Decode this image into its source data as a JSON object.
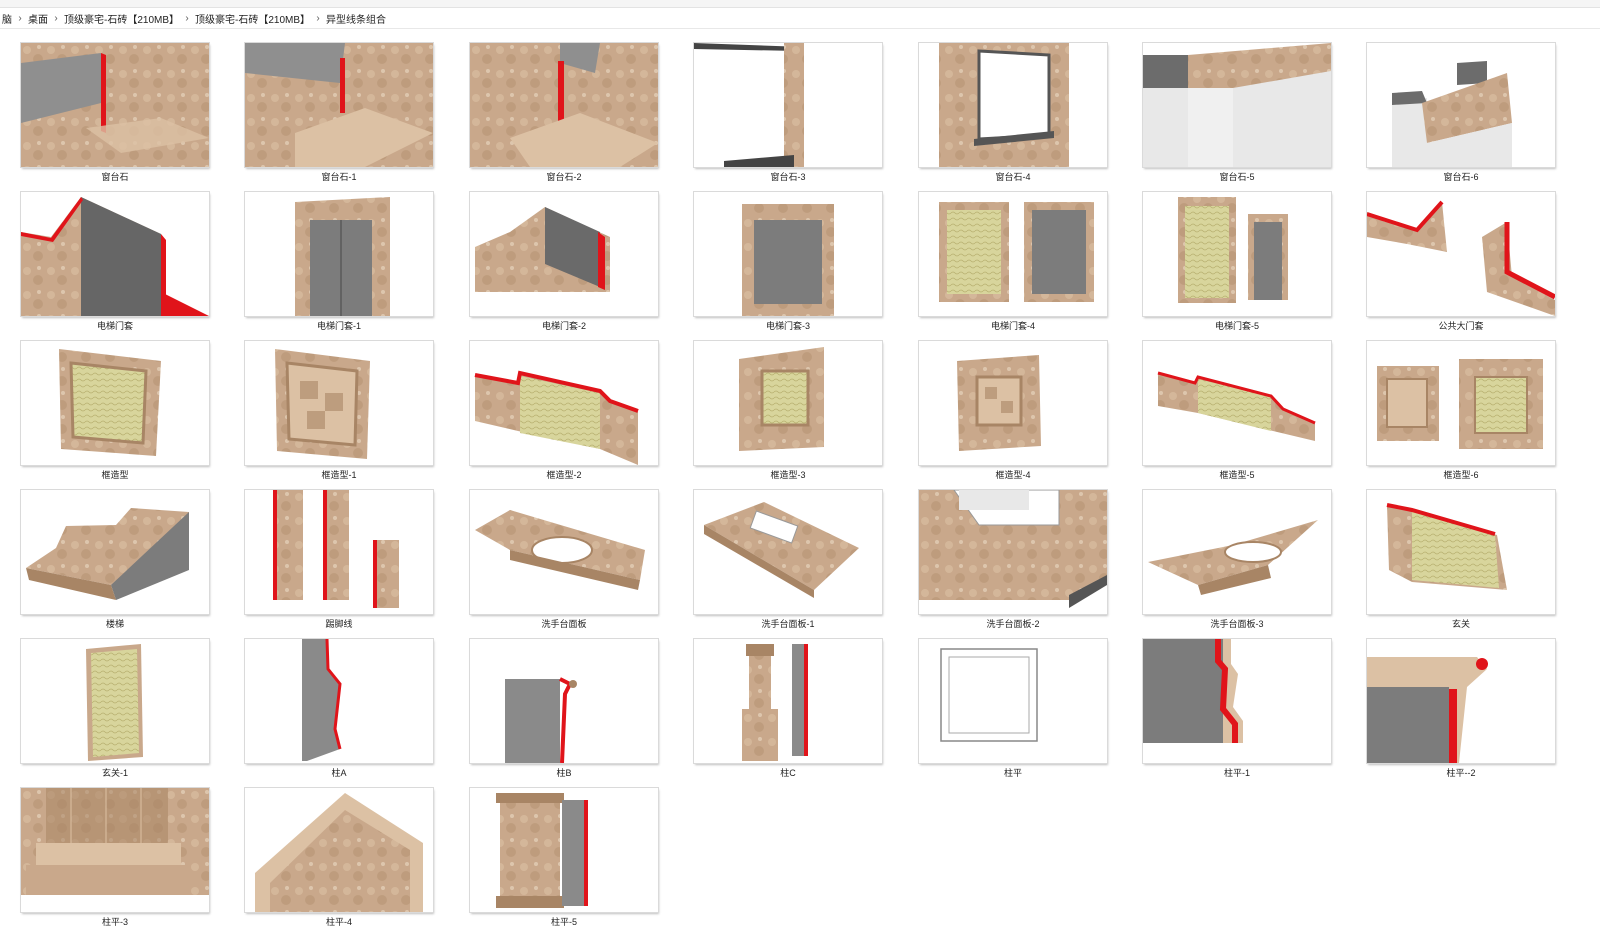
{
  "breadcrumb": {
    "items": [
      "脑",
      "桌面",
      "顶级豪宅-石砖【210MB】",
      "顶级豪宅-石砖【210MB】",
      "异型线条组合"
    ]
  },
  "files": [
    {
      "name": "窗台石",
      "thumb": "sill-a"
    },
    {
      "name": "窗台石-1",
      "thumb": "sill-b"
    },
    {
      "name": "窗台石-2",
      "thumb": "sill-c"
    },
    {
      "name": "窗台石-3",
      "thumb": "frame-open"
    },
    {
      "name": "窗台石-4",
      "thumb": "window-frame"
    },
    {
      "name": "窗台石-5",
      "thumb": "block-a"
    },
    {
      "name": "窗台石-6",
      "thumb": "block-b"
    },
    {
      "name": "电梯门套",
      "thumb": "door-open-a"
    },
    {
      "name": "电梯门套-1",
      "thumb": "elevator-door"
    },
    {
      "name": "电梯门套-2",
      "thumb": "door-open-b"
    },
    {
      "name": "电梯门套-3",
      "thumb": "elevator-door-small"
    },
    {
      "name": "电梯门套-4",
      "thumb": "elevator-pair"
    },
    {
      "name": "电梯门套-5",
      "thumb": "elevator-pair-small"
    },
    {
      "name": "公共大门套",
      "thumb": "zigzag"
    },
    {
      "name": "框造型",
      "thumb": "panel-wave"
    },
    {
      "name": "框造型-1",
      "thumb": "panel-cubes"
    },
    {
      "name": "框造型-2",
      "thumb": "wall-wave"
    },
    {
      "name": "框造型-3",
      "thumb": "panel-wave-small"
    },
    {
      "name": "框造型-4",
      "thumb": "panel-cubes-small"
    },
    {
      "name": "框造型-5",
      "thumb": "wall-wave-thin"
    },
    {
      "name": "框造型-6",
      "thumb": "panel-pair"
    },
    {
      "name": "楼梯",
      "thumb": "stairs"
    },
    {
      "name": "踢脚线",
      "thumb": "skirting"
    },
    {
      "name": "洗手台面板",
      "thumb": "counter-hole"
    },
    {
      "name": "洗手台面板-1",
      "thumb": "counter-basin"
    },
    {
      "name": "洗手台面板-2",
      "thumb": "counter-corner"
    },
    {
      "name": "洗手台面板-3",
      "thumb": "counter-hole-b"
    },
    {
      "name": "玄关",
      "thumb": "entry-wave"
    },
    {
      "name": "玄关-1",
      "thumb": "panel-tall"
    },
    {
      "name": "柱A",
      "thumb": "profile-a"
    },
    {
      "name": "柱B",
      "thumb": "profile-b"
    },
    {
      "name": "柱C",
      "thumb": "column-c"
    },
    {
      "name": "柱平",
      "thumb": "outline-frame"
    },
    {
      "name": "柱平-1",
      "thumb": "profile-large"
    },
    {
      "name": "柱平--2",
      "thumb": "profile-corner"
    },
    {
      "name": "柱平-3",
      "thumb": "column-base"
    },
    {
      "name": "柱平-4",
      "thumb": "column-top"
    },
    {
      "name": "柱平-5",
      "thumb": "column-pair"
    }
  ],
  "colors": {
    "marble": "#c9a88b",
    "marble_dark": "#a88565",
    "marble_light": "#dcc1a4",
    "gray": "#8f8f8f",
    "red": "#e0141a",
    "wave": "#d8d59c"
  }
}
